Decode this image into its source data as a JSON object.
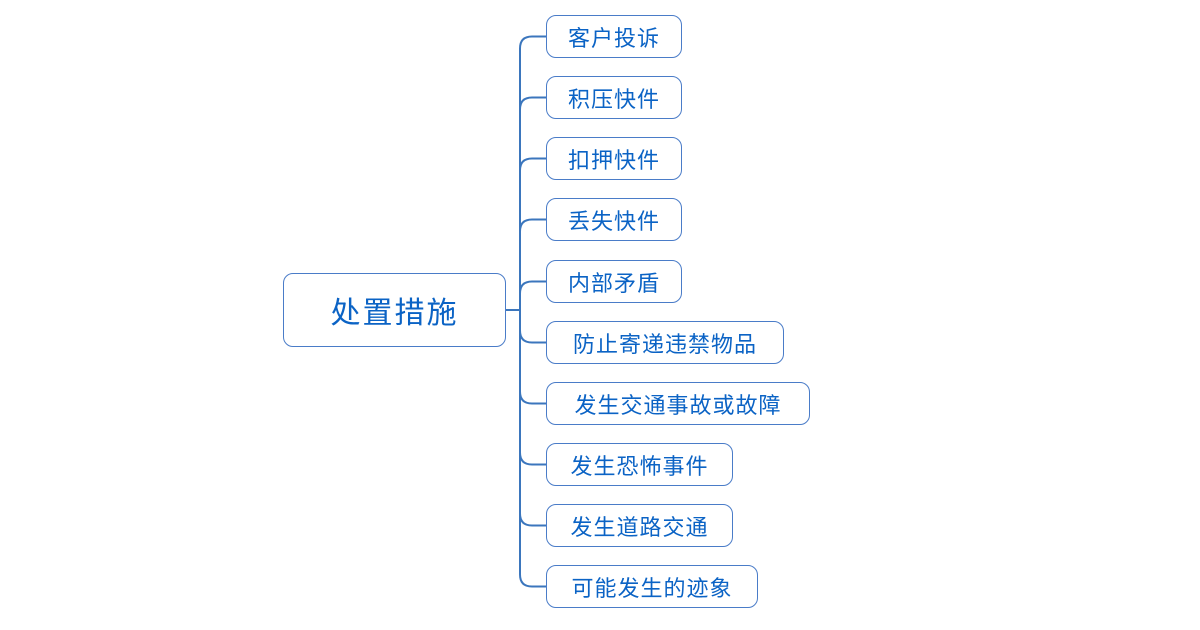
{
  "diagram": {
    "type": "mindmap",
    "root": {
      "label": "处置措施"
    },
    "children": [
      {
        "label": "客户投诉"
      },
      {
        "label": "积压快件"
      },
      {
        "label": "扣押快件"
      },
      {
        "label": "丢失快件"
      },
      {
        "label": "内部矛盾"
      },
      {
        "label": "防止寄递违禁物品"
      },
      {
        "label": "发生交通事故或故障"
      },
      {
        "label": "发生恐怖事件"
      },
      {
        "label": "发生道路交通"
      },
      {
        "label": "可能发生的迹象"
      }
    ],
    "colors": {
      "line": "#3B76BD",
      "node_border": "#4A7CC8",
      "text": "#0B63C5",
      "background": "#FFFFFF"
    }
  }
}
